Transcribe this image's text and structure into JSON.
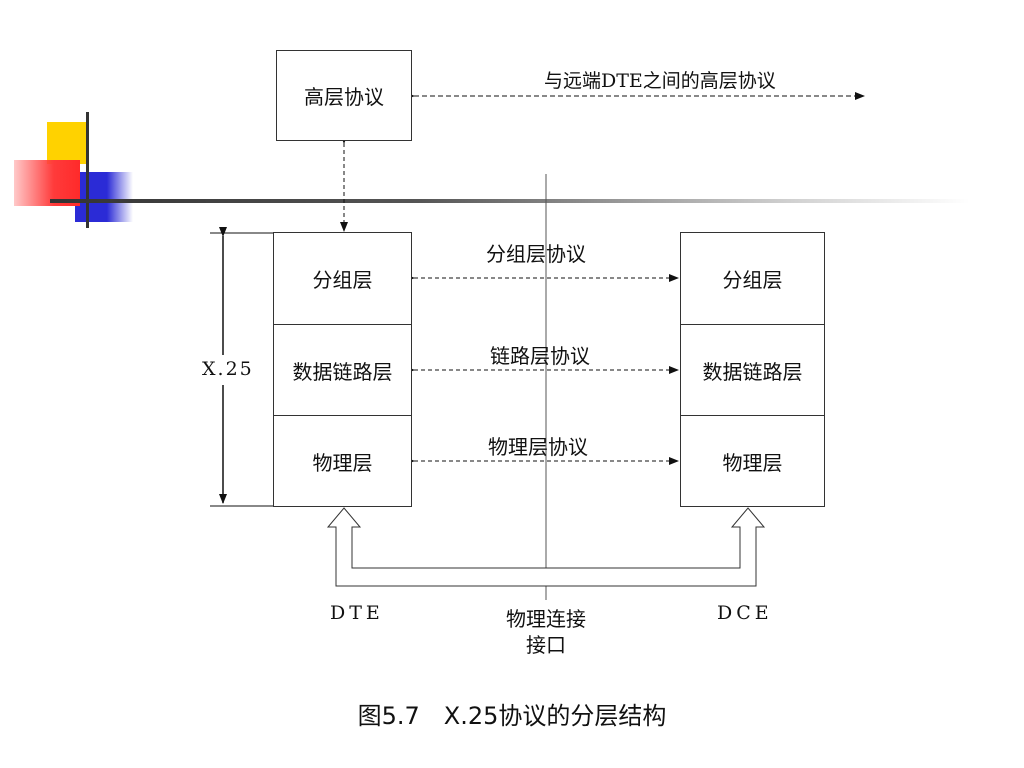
{
  "deco": {
    "yellow": "#ffd200",
    "red": "#ff3b3b",
    "blue": "#2b2bd6",
    "line": "#404040"
  },
  "top": {
    "upper_layer_box": "高层协议",
    "remote_label": "与远端DTE之间的高层协议"
  },
  "dte_stack": [
    "分组层",
    "数据链路层",
    "物理层"
  ],
  "dce_stack": [
    "分组层",
    "数据链路层",
    "物理层"
  ],
  "protocols": [
    "分组层协议",
    "链路层协议",
    "物理层协议"
  ],
  "x25_label": "X.25",
  "bottom": {
    "dte": "DTE",
    "dce": "DCE",
    "interface_line1": "物理连接",
    "interface_line2": "接口"
  },
  "caption": "图5.7　X.25协议的分层结构"
}
